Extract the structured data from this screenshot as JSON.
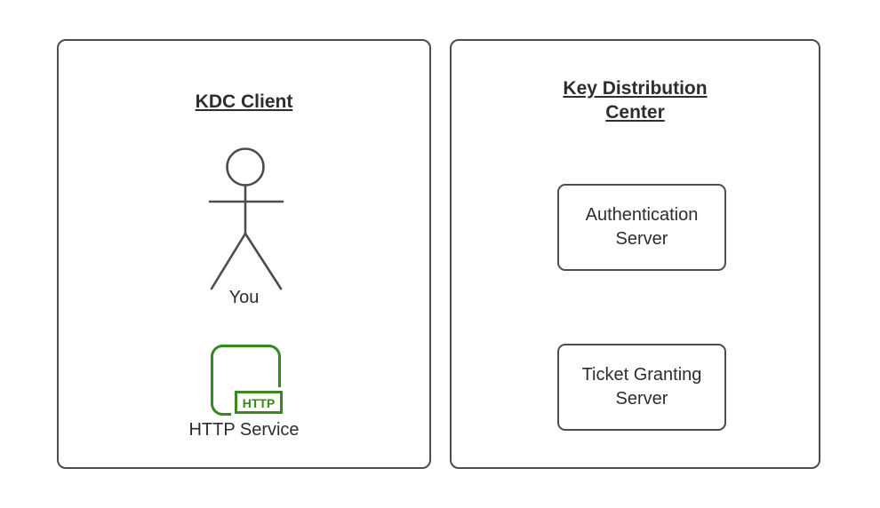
{
  "colors": {
    "stroke": "#4d4d4d",
    "text": "#2d2d2d",
    "green": "#36881f",
    "bg": "#ffffff"
  },
  "left_panel": {
    "title": "KDC Client",
    "actor_label": "You",
    "http_service": {
      "badge": "HTTP",
      "label": "HTTP Service"
    }
  },
  "right_panel": {
    "title_lines": [
      "Key Distribution",
      "Center"
    ],
    "boxes": [
      {
        "lines": [
          "Authentication",
          "Server"
        ]
      },
      {
        "lines": [
          "Ticket Granting",
          "Server"
        ]
      }
    ]
  }
}
